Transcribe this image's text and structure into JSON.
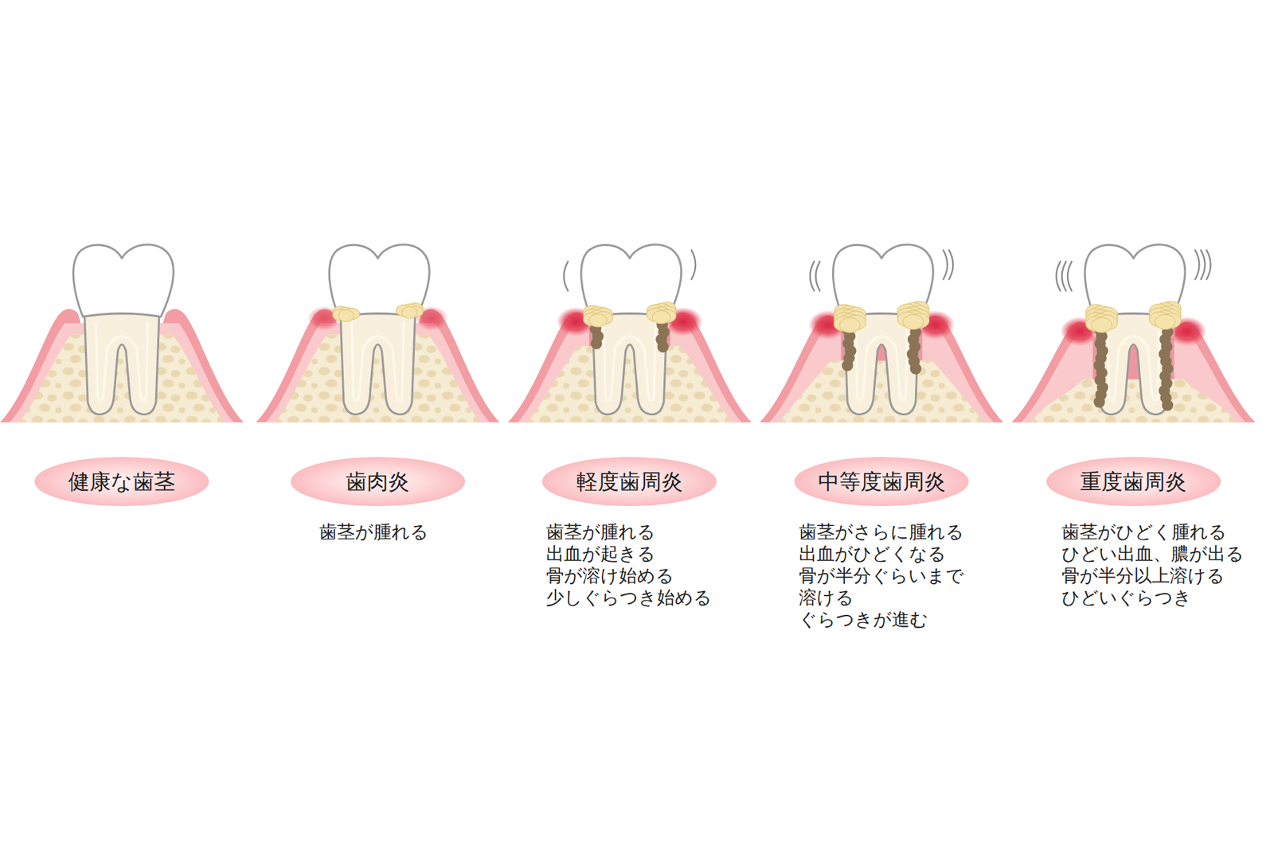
{
  "diagram": {
    "nodes": [
      {
        "text": [
          "健康な歯茎"
        ]
      },
      {
        "text": [
          "歯肉炎",
          "歯茎が腫れる"
        ]
      },
      {
        "text": [
          "軽度歯周炎",
          "歯茎が腫れる 出血が起きる 骨が溶け始める 少しぐらつき始める"
        ]
      },
      {
        "text": [
          "中等度歯周炎",
          "歯茎がさらに腫れる 出血がひどくなる 骨が半分ぐらいまで 溶ける ぐらつきが進む"
        ]
      },
      {
        "text": [
          "重度歯周炎",
          "歯茎がひどく腫れる ひどい出血、膿が出る 骨が半分以上溶ける ひどいぐらつき"
        ]
      }
    ]
  }
}
